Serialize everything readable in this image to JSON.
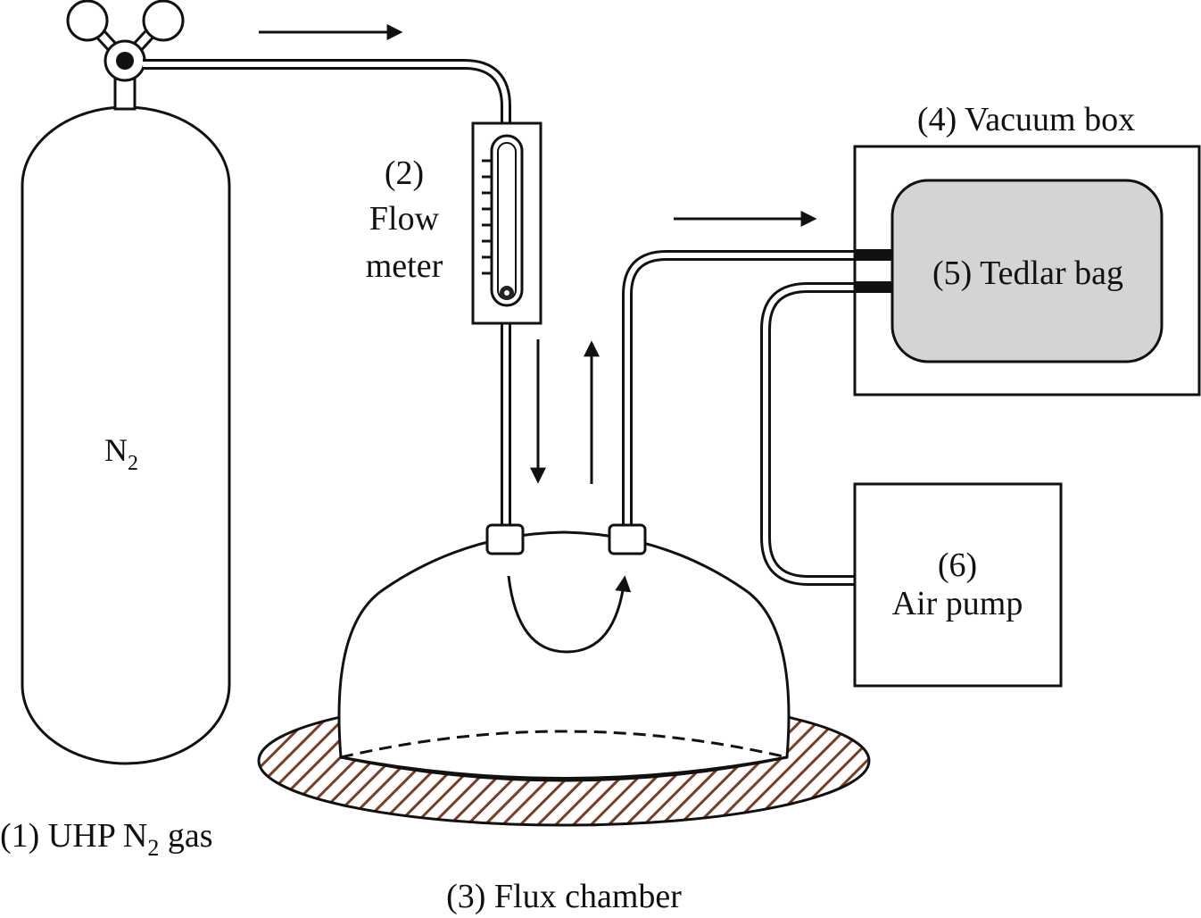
{
  "labels": {
    "cylinder_gas": "N",
    "cylinder_gas_sub": "2",
    "uhp_prefix": "(1) UHP N",
    "uhp_sub": "2",
    "uhp_suffix": " gas",
    "flow_meter_num": "(2)",
    "flow_meter_line1": "Flow",
    "flow_meter_line2": "meter",
    "flux_chamber": "(3) Flux chamber",
    "vacuum_box": "(4) Vacuum box",
    "tedlar_bag": "(5) Tedlar bag",
    "air_pump_num": "(6)",
    "air_pump": "Air pump"
  },
  "colors": {
    "line": "#111111",
    "tedlar_fill": "#d4d4d4",
    "soil_hatch": "#7a3e22"
  }
}
